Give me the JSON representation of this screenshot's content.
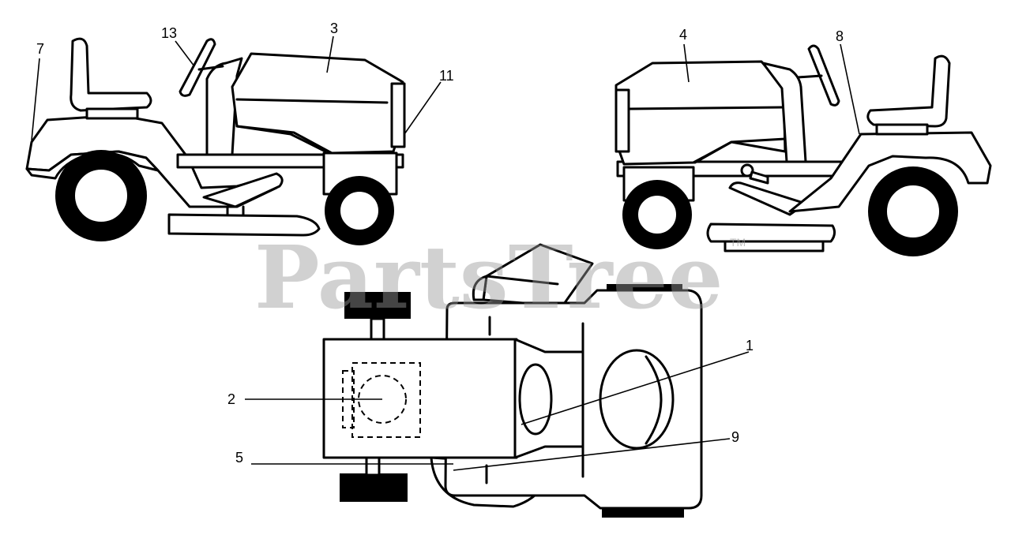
{
  "callouts": {
    "n1": "1",
    "n2": "2",
    "n3": "3",
    "n4": "4",
    "n5": "5",
    "n7": "7",
    "n8": "8",
    "n9": "9",
    "n11": "11",
    "n13": "13"
  },
  "watermark": {
    "text": "PartsTree",
    "trademark": "TM"
  }
}
